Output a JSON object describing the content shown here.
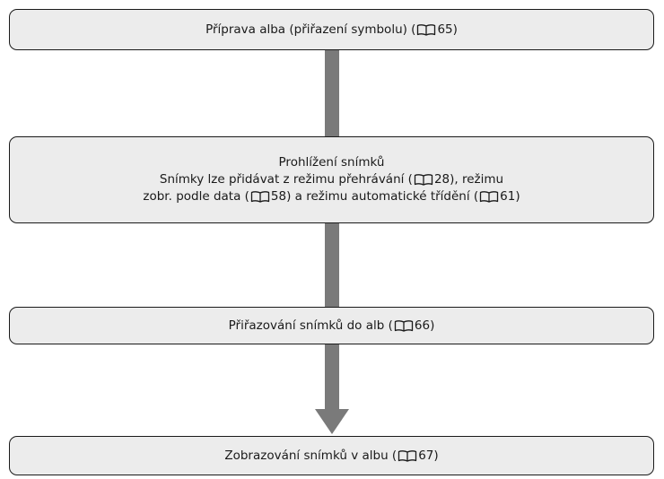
{
  "flowchart": {
    "steps": [
      {
        "lines": [
          {
            "before": "Příprava alba (přiřazení symbolu) (",
            "icon": "book-icon",
            "after": " 65)"
          }
        ]
      },
      {
        "lines": [
          {
            "before": "Prohlížení snímků",
            "icon": null,
            "after": ""
          },
          {
            "before": "Snímky lze přidávat z režimu přehrávání (",
            "icon": "book-icon",
            "after": " 28), režimu"
          },
          {
            "before": "zobr. podle data (",
            "icon": "book-icon",
            "after": " 58) a režimu automatické třídění ("
          },
          {
            "after2": " 61)"
          }
        ]
      },
      {
        "lines": [
          {
            "before": "Přiřazování snímků do alb (",
            "icon": "book-icon",
            "after": " 66)"
          }
        ]
      },
      {
        "lines": [
          {
            "before": "Zobrazování snímků v albu (",
            "icon": "book-icon",
            "after": " 67)"
          }
        ]
      }
    ],
    "box_fill": "#ececec",
    "arrow_color": "#7a7a7a"
  }
}
